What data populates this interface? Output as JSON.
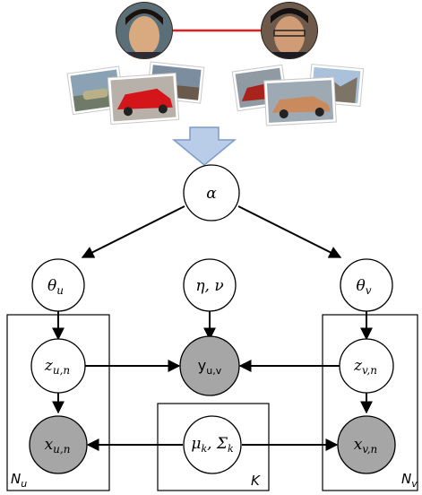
{
  "nodes": {
    "alpha": "α",
    "theta_u": "θ",
    "theta_u_sub": "u",
    "eta_nu": "η, ν",
    "theta_v": "θ",
    "theta_v_sub": "v",
    "z_un": "z",
    "z_un_sub": "u,n",
    "y_uv": "y",
    "y_uv_sub": "u,v",
    "z_vn": "z",
    "z_vn_sub": "v,n",
    "x_un": "x",
    "x_un_sub": "u,n",
    "mu_sigma": "μ",
    "mu_sub": "k",
    "mu_sigma_mid": ", Σ",
    "sigma_sub": "k",
    "x_vn": "x",
    "x_vn_sub": "v,n"
  },
  "plates": {
    "left": "N",
    "left_sub": "u",
    "middle": "K",
    "right": "N",
    "right_sub": "v"
  },
  "colors": {
    "observed_fill": "#a6a6a6",
    "latent_fill": "#ffffff",
    "link_line": "#e02020",
    "arrow_fill": "#b9cde8",
    "arrow_stroke": "#7d9cc6"
  }
}
